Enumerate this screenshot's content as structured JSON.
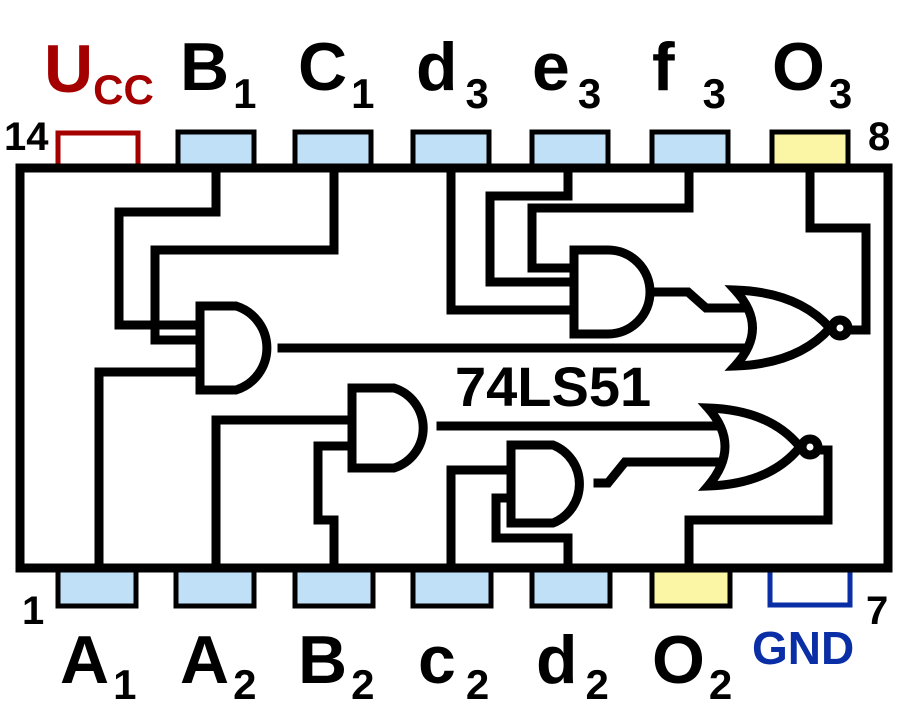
{
  "chip": {
    "part_number": "74LS51",
    "pin_number_14": "14",
    "pin_number_8": "8",
    "pin_number_1": "1",
    "pin_number_7": "7"
  },
  "top_pins": [
    {
      "main": "U",
      "sub": "CC",
      "kind": "power"
    },
    {
      "main": "B",
      "sub": "1",
      "kind": "input"
    },
    {
      "main": "C",
      "sub": "1",
      "kind": "input"
    },
    {
      "main": "d",
      "sub": "3",
      "kind": "input"
    },
    {
      "main": "e",
      "sub": "3",
      "kind": "input"
    },
    {
      "main": "f",
      "sub": "3",
      "kind": "input"
    },
    {
      "main": "O",
      "sub": "3",
      "kind": "output"
    }
  ],
  "bottom_pins": [
    {
      "main": "A",
      "sub": "1",
      "kind": "input"
    },
    {
      "main": "A",
      "sub": "2",
      "kind": "input"
    },
    {
      "main": "B",
      "sub": "2",
      "kind": "input"
    },
    {
      "main": "c",
      "sub": "2",
      "kind": "input"
    },
    {
      "main": "d",
      "sub": "2",
      "kind": "input"
    },
    {
      "main": "O",
      "sub": "2",
      "kind": "output"
    },
    {
      "main": "GND",
      "sub": "",
      "kind": "ground"
    }
  ],
  "colors": {
    "power": "#a50000",
    "ground": "#0a2ea6",
    "input_pin": "#bfe0f7",
    "output_pin": "#fbf6a6",
    "wire": "#000000"
  }
}
